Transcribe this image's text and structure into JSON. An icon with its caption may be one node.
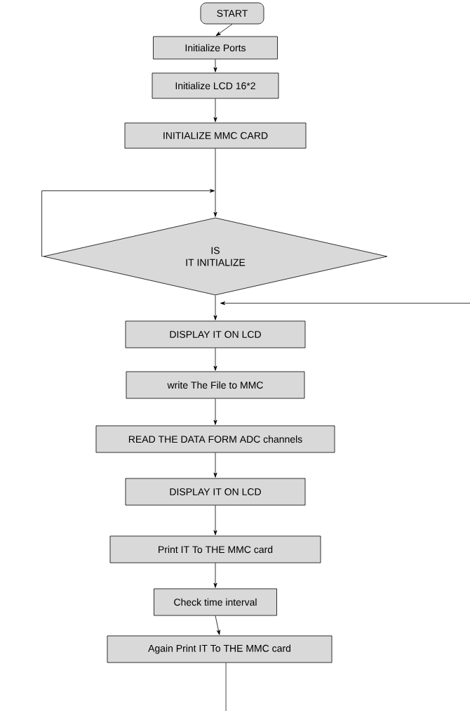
{
  "diagram": {
    "nodes": [
      {
        "text": [
          "START"
        ]
      },
      {
        "text": [
          "Initialize Ports"
        ]
      },
      {
        "text": [
          "Initialize LCD 16*2"
        ]
      },
      {
        "text": [
          "INITIALIZE MMC CARD"
        ]
      },
      {
        "text": [
          "IS",
          "IT INITIALIZE"
        ]
      },
      {
        "text": [
          "DISPLAY IT ON LCD"
        ]
      },
      {
        "text": [
          "write The  File to MMC"
        ]
      },
      {
        "text": [
          "READ THE DATA FORM ADC channels"
        ]
      },
      {
        "text": [
          "DISPLAY IT ON LCD"
        ]
      },
      {
        "text": [
          "Print IT To THE MMC card"
        ]
      },
      {
        "text": [
          "Check time interval"
        ]
      },
      {
        "text": [
          "Again Print IT To THE MMC card"
        ]
      }
    ],
    "edges": [
      {
        "from": 0,
        "to": 1,
        "arrow": "to"
      },
      {
        "from": 1,
        "to": 2,
        "arrow": "to"
      },
      {
        "from": 2,
        "to": 3,
        "arrow": "to"
      },
      {
        "from": 3,
        "to": 4,
        "arrow": "to"
      },
      {
        "from": 4,
        "to": 4,
        "arrow": "to"
      },
      {
        "from": 4,
        "to": 5,
        "arrow": "to"
      },
      {
        "from": null,
        "to": 5,
        "arrow": "to"
      },
      {
        "from": 5,
        "to": 6,
        "arrow": "to"
      },
      {
        "from": 6,
        "to": 7,
        "arrow": "to"
      },
      {
        "from": 7,
        "to": 8,
        "arrow": "to"
      },
      {
        "from": 8,
        "to": 9,
        "arrow": "to"
      },
      {
        "from": 9,
        "to": 10,
        "arrow": "to"
      },
      {
        "from": 10,
        "to": 11,
        "arrow": "to"
      },
      {
        "from": 11,
        "to": null,
        "arrow": "none"
      }
    ]
  }
}
